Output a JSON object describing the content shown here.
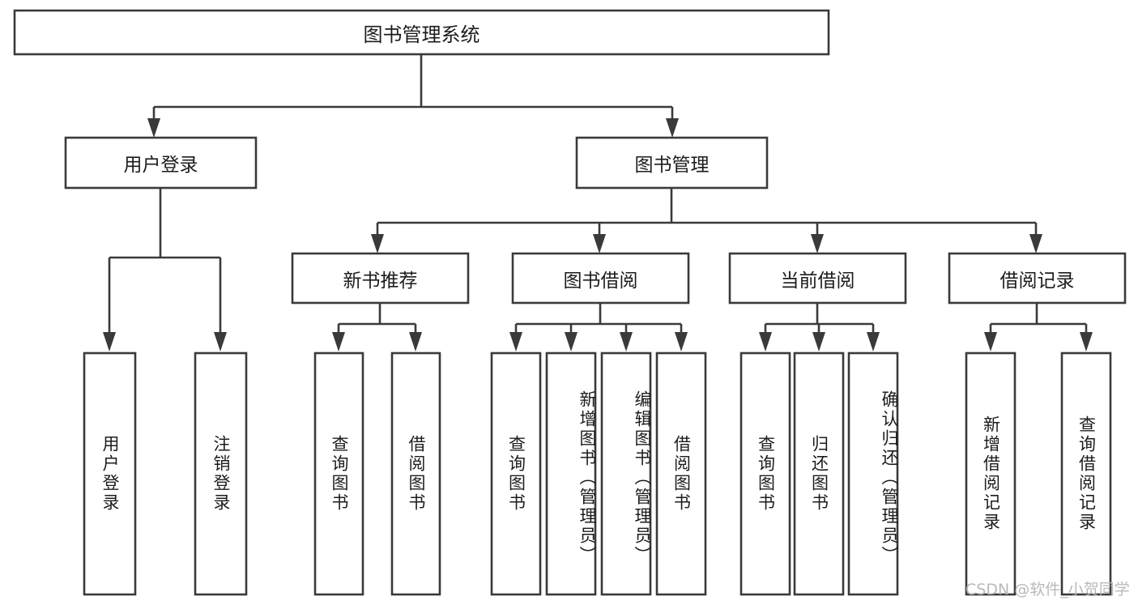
{
  "diagram": {
    "title": "图书管理系统",
    "type": "tree-hierarchy-diagram",
    "root": {
      "label": "图书管理系统",
      "orientation": "horizontal"
    },
    "level2": [
      {
        "label": "用户登录",
        "orientation": "horizontal"
      },
      {
        "label": "图书管理",
        "orientation": "horizontal"
      }
    ],
    "level3": [
      {
        "label": "新书推荐",
        "orientation": "horizontal"
      },
      {
        "label": "图书借阅",
        "orientation": "horizontal"
      },
      {
        "label": "当前借阅",
        "orientation": "horizontal"
      },
      {
        "label": "借阅记录",
        "orientation": "horizontal"
      }
    ],
    "leaves": {
      "user_login": [
        {
          "label": "用户登录",
          "orientation": "vertical"
        },
        {
          "label": "注销登录",
          "orientation": "vertical"
        }
      ],
      "new_book_recommend": [
        {
          "label": "查询图书",
          "orientation": "vertical"
        },
        {
          "label": "借阅图书",
          "orientation": "vertical"
        }
      ],
      "book_borrow": [
        {
          "label": "查询图书",
          "orientation": "vertical"
        },
        {
          "label": "新增图书（管理员）",
          "orientation": "vertical"
        },
        {
          "label": "编辑图书（管理员）",
          "orientation": "vertical"
        },
        {
          "label": "借阅图书",
          "orientation": "vertical"
        }
      ],
      "current_borrow": [
        {
          "label": "查询图书",
          "orientation": "vertical"
        },
        {
          "label": "归还图书",
          "orientation": "vertical"
        },
        {
          "label": "确认归还（管理员）",
          "orientation": "vertical"
        }
      ],
      "borrow_record": [
        {
          "label": "新增借阅记录",
          "orientation": "vertical"
        },
        {
          "label": "查询借阅记录",
          "orientation": "vertical"
        }
      ]
    }
  },
  "watermark": {
    "text": "CSDN @软件_小贺同学"
  },
  "colors": {
    "stroke": "#3a3a3a",
    "box_fill": "#ffffff",
    "text": "#1c1c1c",
    "watermark": "#b9b9b9",
    "background": "#ffffff"
  }
}
